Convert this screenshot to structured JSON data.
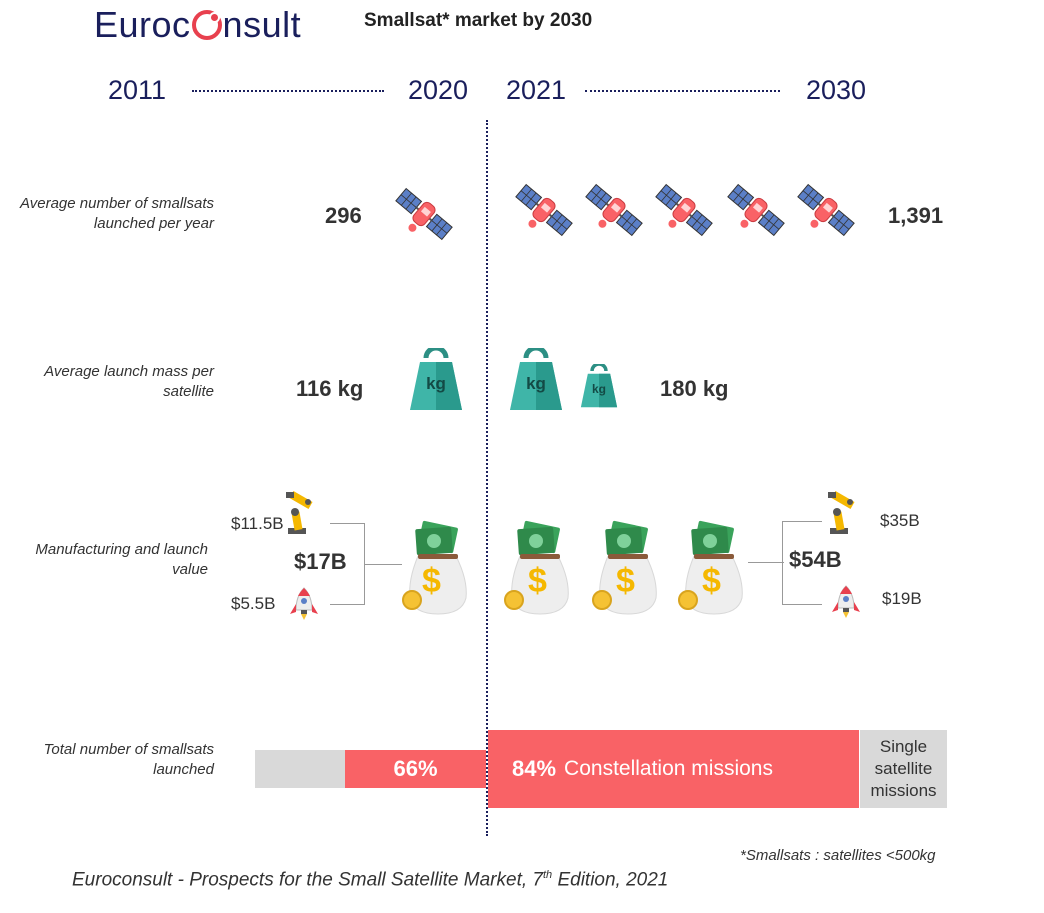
{
  "header": {
    "logo_text": "Euroconsult",
    "title": "Smallsat* market by 2030"
  },
  "timeline": {
    "year_2011": "2011",
    "year_2020": "2020",
    "year_2021": "2021",
    "year_2030": "2030"
  },
  "rows": {
    "launched": {
      "label": "Average number of smallsats launched per year",
      "left_value": "296",
      "right_value": "1,391",
      "left_icons": 1,
      "right_icons": 5
    },
    "mass": {
      "label": "Average launch mass per satellite",
      "left_value": "116 kg",
      "right_value": "180 kg",
      "weight_text": "kg"
    },
    "value": {
      "label": "Manufacturing and launch value",
      "left_total": "$17B",
      "left_manufacturing": "$11.5B",
      "left_launch": "$5.5B",
      "right_total": "$54B",
      "right_manufacturing": "$35B",
      "right_launch": "$19B",
      "dollar_sign": "$"
    },
    "total": {
      "label": "Total number of smallsats launched",
      "left_percent": "66%",
      "right_percent": "84%",
      "right_bar_label": "Constellation missions",
      "right_grey_label": "Single satellite missions"
    }
  },
  "colors": {
    "navy": "#1a1f5c",
    "red": "#f96266",
    "teal": "#3fb5a8",
    "grey": "#d9d9d9"
  },
  "footnote": "*Smallsats : satellites <500kg",
  "source": {
    "prefix": "Euroconsult - Prospects for the Small Satellite Market, 7",
    "sup": "th",
    "suffix": " Edition, 2021"
  }
}
